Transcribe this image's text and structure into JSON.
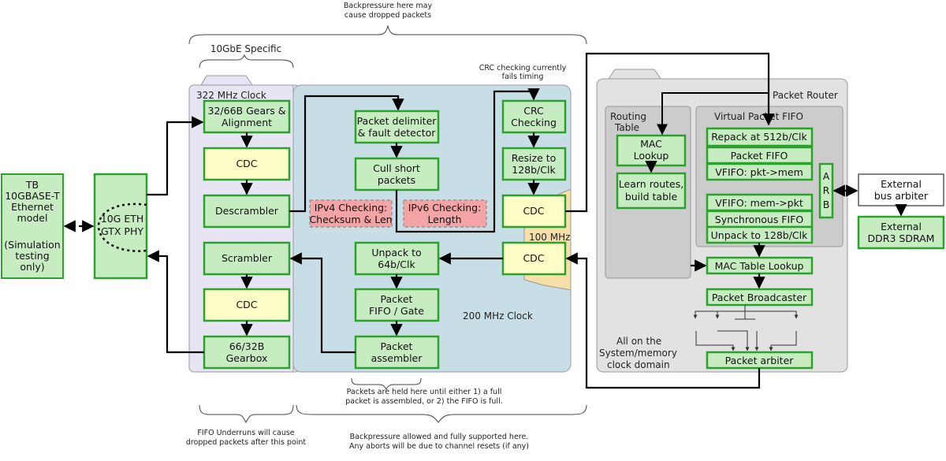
{
  "annotations": {
    "backpressure_top_1": "Backpressure here may",
    "backpressure_top_2": "cause dropped packets",
    "tengbe_specific": "10GbE Specific",
    "crc_note_1": "CRC checking currently",
    "crc_note_2": "fails timing",
    "packets_held_1": "Packets are held here until either 1) a full",
    "packets_held_2": "packet is assembled, or 2) the FIFO is full.",
    "fifo_underruns_1": "FIFO Underruns will cause",
    "fifo_underruns_2": "dropped packets after this point",
    "bp_allowed_1": "Backpressure allowed and fully supported here.",
    "bp_allowed_2": "Any aborts will be due to channel resets (if any)"
  },
  "regions": {
    "clk322": "322 MHz Clock",
    "clk200": "200 MHz Clock",
    "clk100": "100 MHz",
    "packet_router": "Packet Router",
    "routing_table_1": "Routing",
    "routing_table_2": "Table",
    "vpf": "Virtual Packet FIFO",
    "sysmem_1": "All on the",
    "sysmem_2": "System/memory",
    "sysmem_3": "clock domain"
  },
  "blocks": {
    "tb": [
      "TB",
      "10GBASE-T",
      "Ethernet",
      "model",
      "",
      "(Simulation",
      "testing",
      "only)"
    ],
    "phy": [
      "10G ETH",
      "GTX PHY"
    ],
    "gears": [
      "32/66B Gears &",
      "Alignment"
    ],
    "cdc_rx_322": "CDC",
    "descrambler": "Descrambler",
    "scrambler": "Scrambler",
    "cdc_tx_322": "CDC",
    "gearbox": [
      "66/32B",
      "Gearbox"
    ],
    "pkt_delim": [
      "Packet delimiter",
      "& fault detector"
    ],
    "cull": [
      "Cull short",
      "packets"
    ],
    "ipv4": [
      "IPv4 Checking:",
      "Checksum & Len"
    ],
    "ipv6": [
      "IPv6 Checking:",
      "Length"
    ],
    "crc": [
      "CRC",
      "Checking"
    ],
    "resize": [
      "Resize to",
      "128b/Clk"
    ],
    "cdc_rx_100": "CDC",
    "cdc_tx_100": "CDC",
    "unpack64": [
      "Unpack to",
      "64b/Clk"
    ],
    "pkt_fifo_gate": [
      "Packet",
      "FIFO / Gate"
    ],
    "pkt_assembler": [
      "Packet",
      "assembler"
    ],
    "mac_lookup": [
      "MAC",
      "Lookup"
    ],
    "learn_routes": [
      "Learn routes,",
      "build table"
    ],
    "repack": "Repack at 512b/Clk",
    "packet_fifo": "Packet FIFO",
    "vfifo_in": "VFIFO: pkt->mem",
    "vfifo_out": "VFIFO: mem->pkt",
    "sync_fifo": "Synchronous FIFO",
    "unpack128": "Unpack to 128b/Clk",
    "arb": [
      "A",
      "R",
      "B"
    ],
    "mac_table": "MAC Table Lookup",
    "broadcaster": "Packet Broadcaster",
    "pkt_arbiter": "Packet arbiter",
    "ext_bus": [
      "External",
      "bus arbiter"
    ],
    "ddr3": [
      "External",
      "DDR3 SDRAM"
    ]
  },
  "colors": {
    "green_fill": "#c8ecc2",
    "green_stroke": "#2da12d",
    "yellow_fill": "#fdfdc8",
    "pink_fill": "#f4a4a4",
    "purple_region": "#e7e4f4",
    "blue_region": "#c7dee6",
    "orange_region": "#f7dfa8",
    "gray_region": "#e2e2e2",
    "inner_gray": "#cccccc"
  }
}
